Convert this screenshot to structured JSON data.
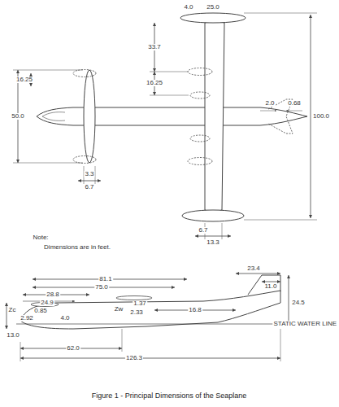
{
  "diagram": {
    "caption": "Figure 1 - Principal Dimensions of the Seaplane",
    "labels": [
      "4.0",
      "25.0",
      "33.7",
      "16.25",
      "16.25",
      "50.0",
      "2.0",
      "0.68",
      "100.0",
      "3.3",
      "6.7",
      "6.7",
      "13.3",
      "Note:",
      "Dimensions are in feet.",
      "23.4",
      "11.0",
      "24.5",
      "81.1",
      "75.0",
      "28.8",
      "24.9",
      "1.37",
      "Zc",
      "0.85",
      "2.92",
      "4.0",
      "Zw",
      "2.33",
      "16.8",
      "STATIC WATER LINE",
      "13.0",
      "62.0",
      "126.3"
    ]
  }
}
